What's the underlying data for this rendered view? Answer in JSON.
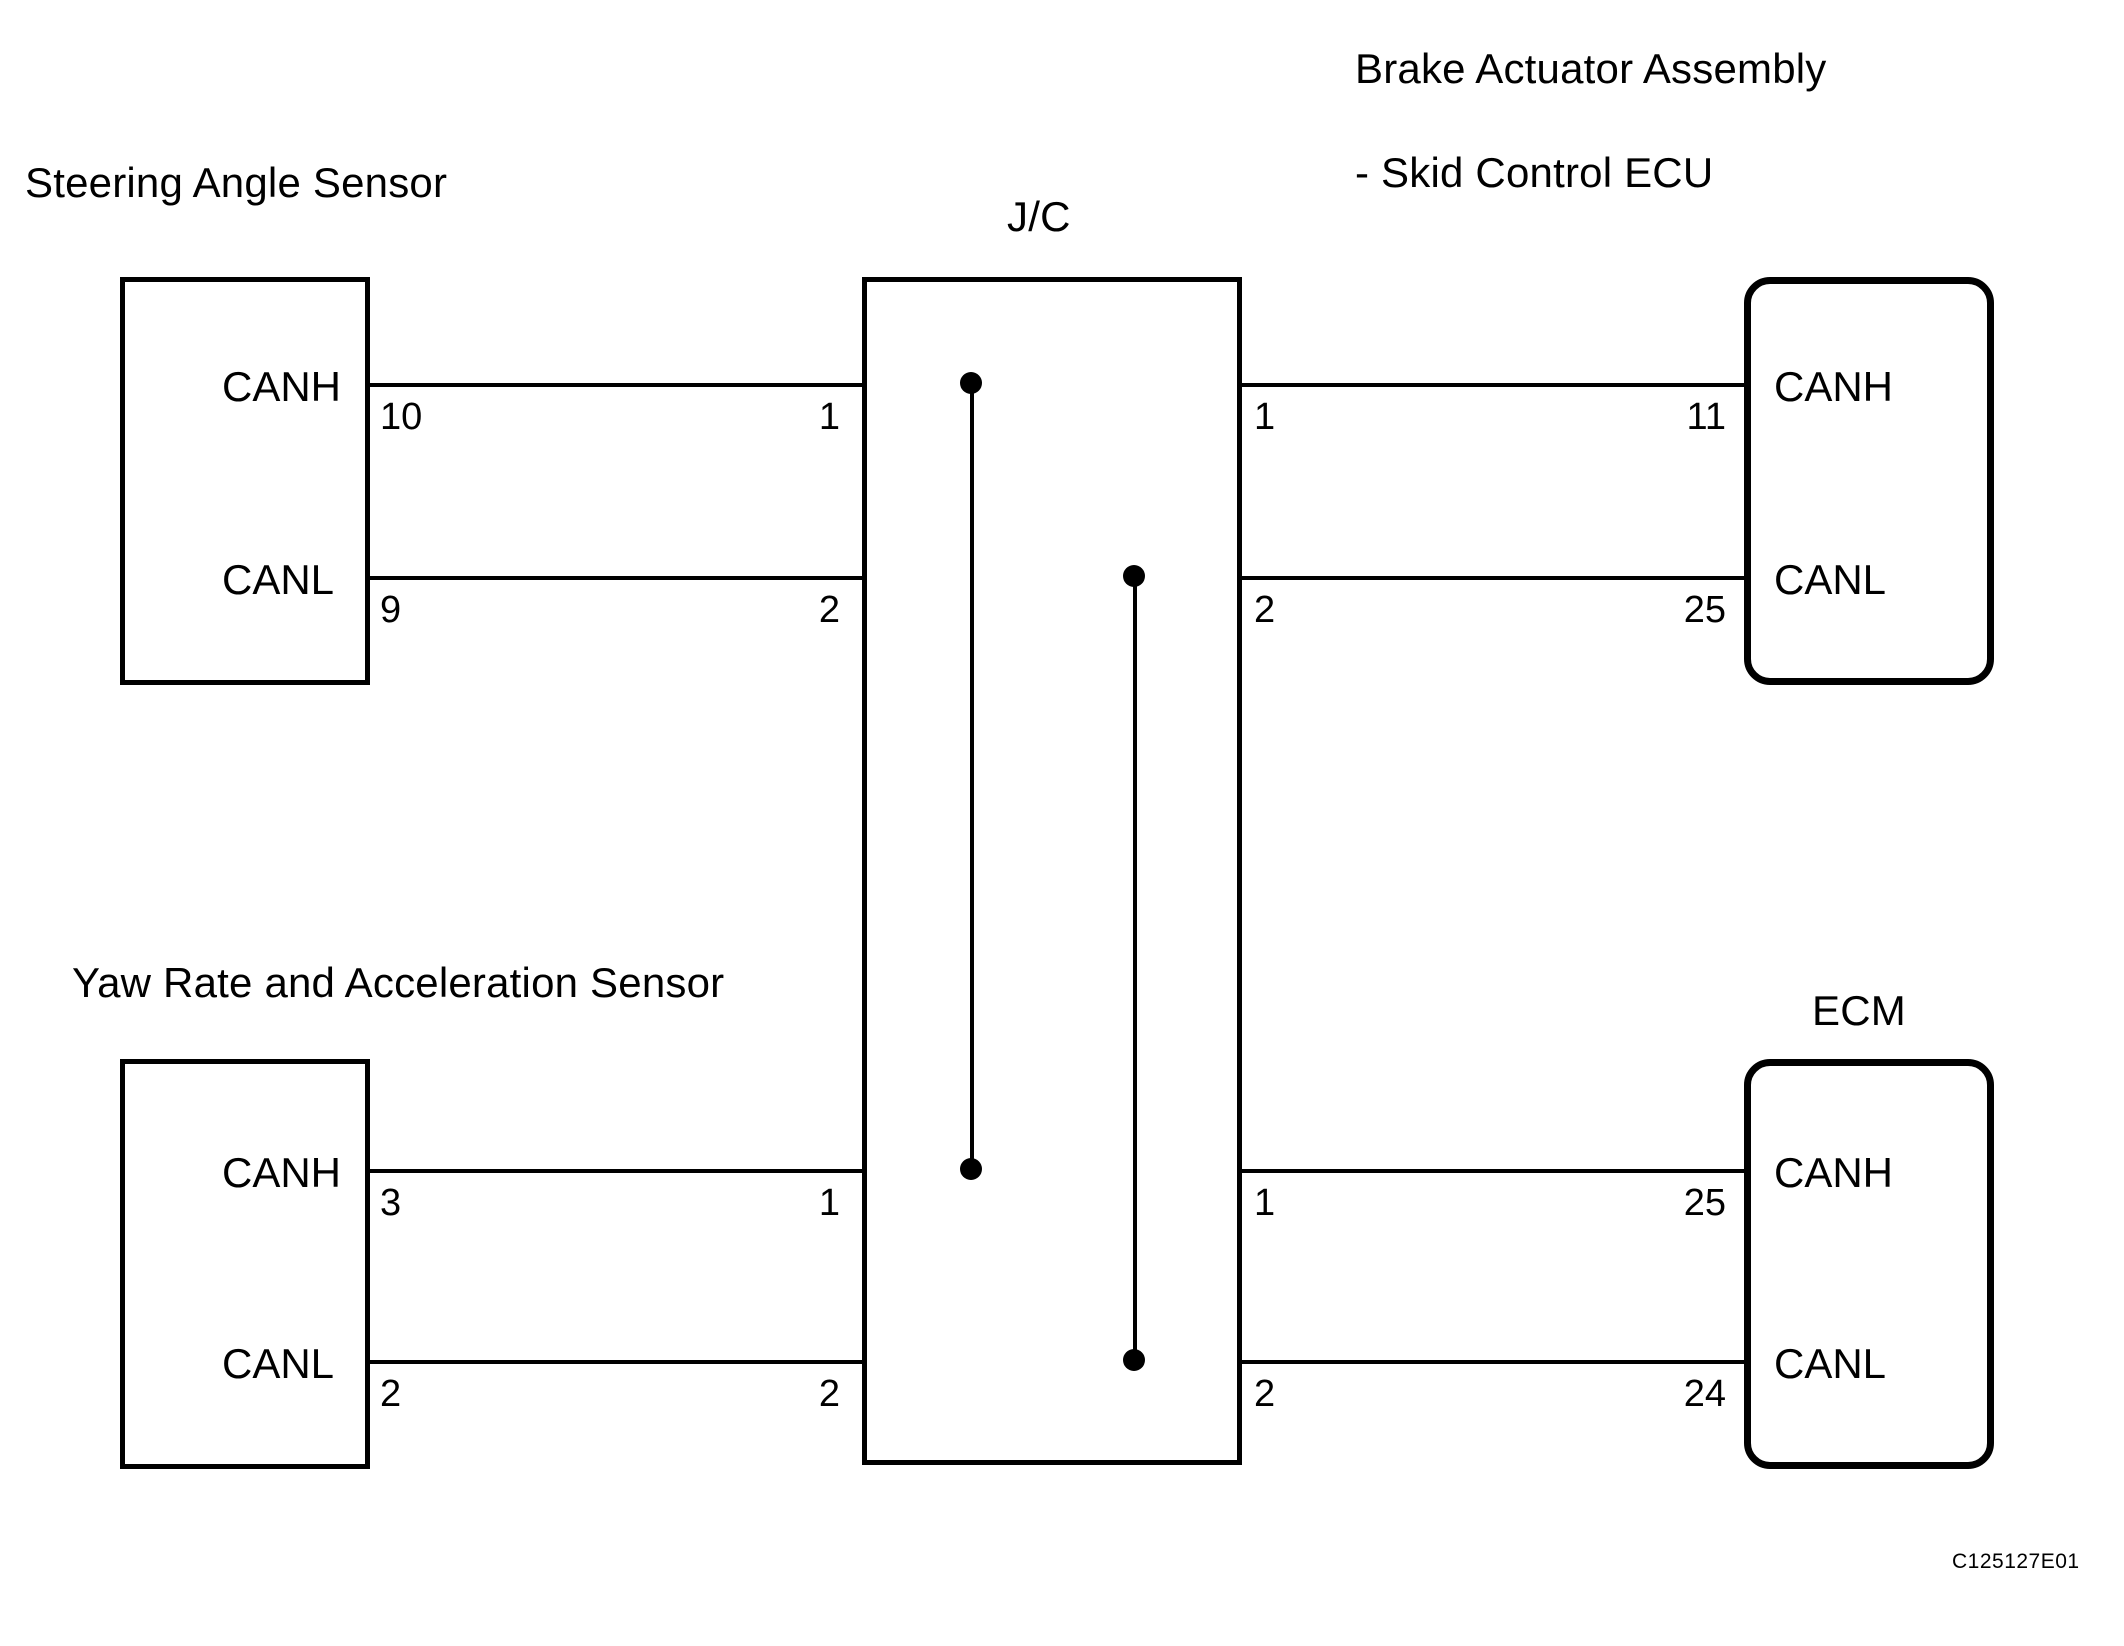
{
  "figure": {
    "code": "C125127E01",
    "ink_color": "#000000",
    "background": "#ffffff"
  },
  "components": {
    "steering_angle_sensor": {
      "title": "Steering Angle Sensor",
      "ports": [
        {
          "label": "CANH",
          "pin": "10"
        },
        {
          "label": "CANL",
          "pin": "9"
        }
      ]
    },
    "yaw_rate_sensor": {
      "title": "Yaw Rate and Acceleration Sensor",
      "ports": [
        {
          "label": "CANH",
          "pin": "3"
        },
        {
          "label": "CANL",
          "pin": "2"
        }
      ]
    },
    "junction_connector": {
      "title": "J/C",
      "left_pins_top": [
        "1",
        "2"
      ],
      "right_pins_top": [
        "1",
        "2"
      ],
      "left_pins_bottom": [
        "1",
        "2"
      ],
      "right_pins_bottom": [
        "1",
        "2"
      ]
    },
    "brake_actuator": {
      "title_line1": "Brake Actuator Assembly",
      "title_line2": "- Skid Control ECU",
      "ports": [
        {
          "label": "CANH",
          "pin": "11"
        },
        {
          "label": "CANL",
          "pin": "25"
        }
      ]
    },
    "ecm": {
      "title": "ECM",
      "ports": [
        {
          "label": "CANH",
          "pin": "25"
        },
        {
          "label": "CANL",
          "pin": "24"
        }
      ]
    }
  }
}
